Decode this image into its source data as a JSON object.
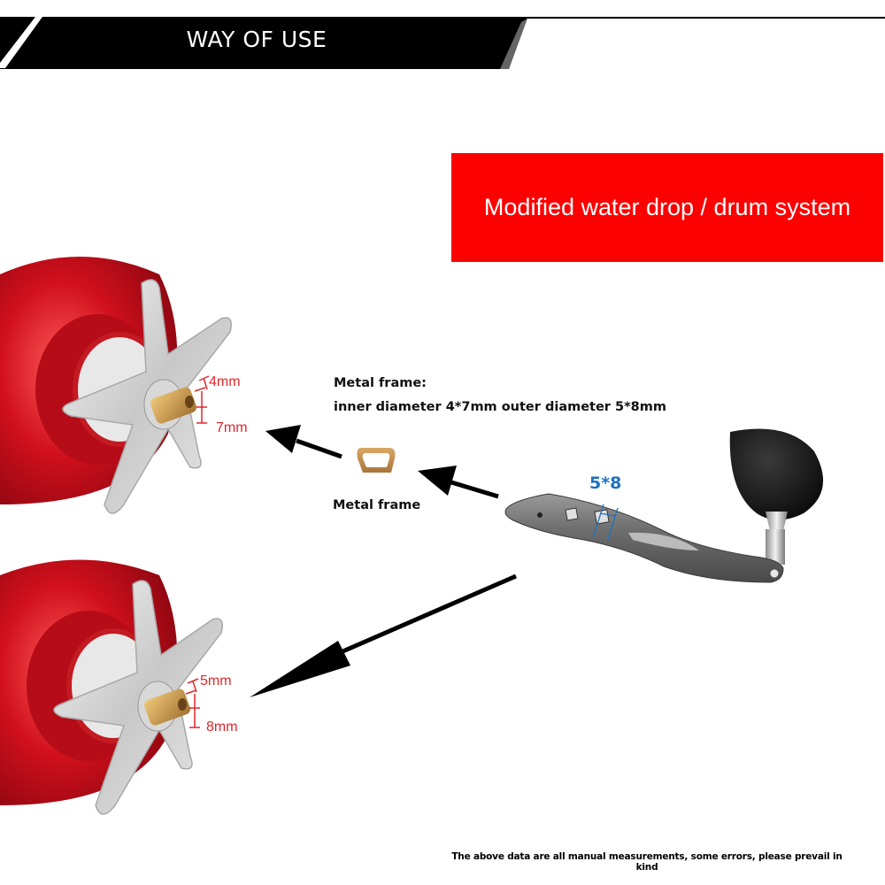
{
  "header": {
    "title": "WAY OF USE"
  },
  "callout": {
    "title": "Modified water drop / drum system",
    "background_color": "#fb0100"
  },
  "metal_frame": {
    "heading": "Metal frame:",
    "description": "inner diameter 4*7mm outer diameter 5*8mm",
    "caption": "Metal frame"
  },
  "handle": {
    "slot_dimension": "5*8",
    "dimension_color": "#1d72c0"
  },
  "reel_top": {
    "dim_small": "4mm",
    "dim_large": "7mm"
  },
  "reel_bottom": {
    "dim_small": "5mm",
    "dim_large": "8mm"
  },
  "footnote": "The above data are all manual measurements, some errors, please prevail in kind",
  "colors": {
    "reel_red": "#d0101c",
    "brass": "#c89a4a",
    "dimension_red": "#e3262b"
  }
}
